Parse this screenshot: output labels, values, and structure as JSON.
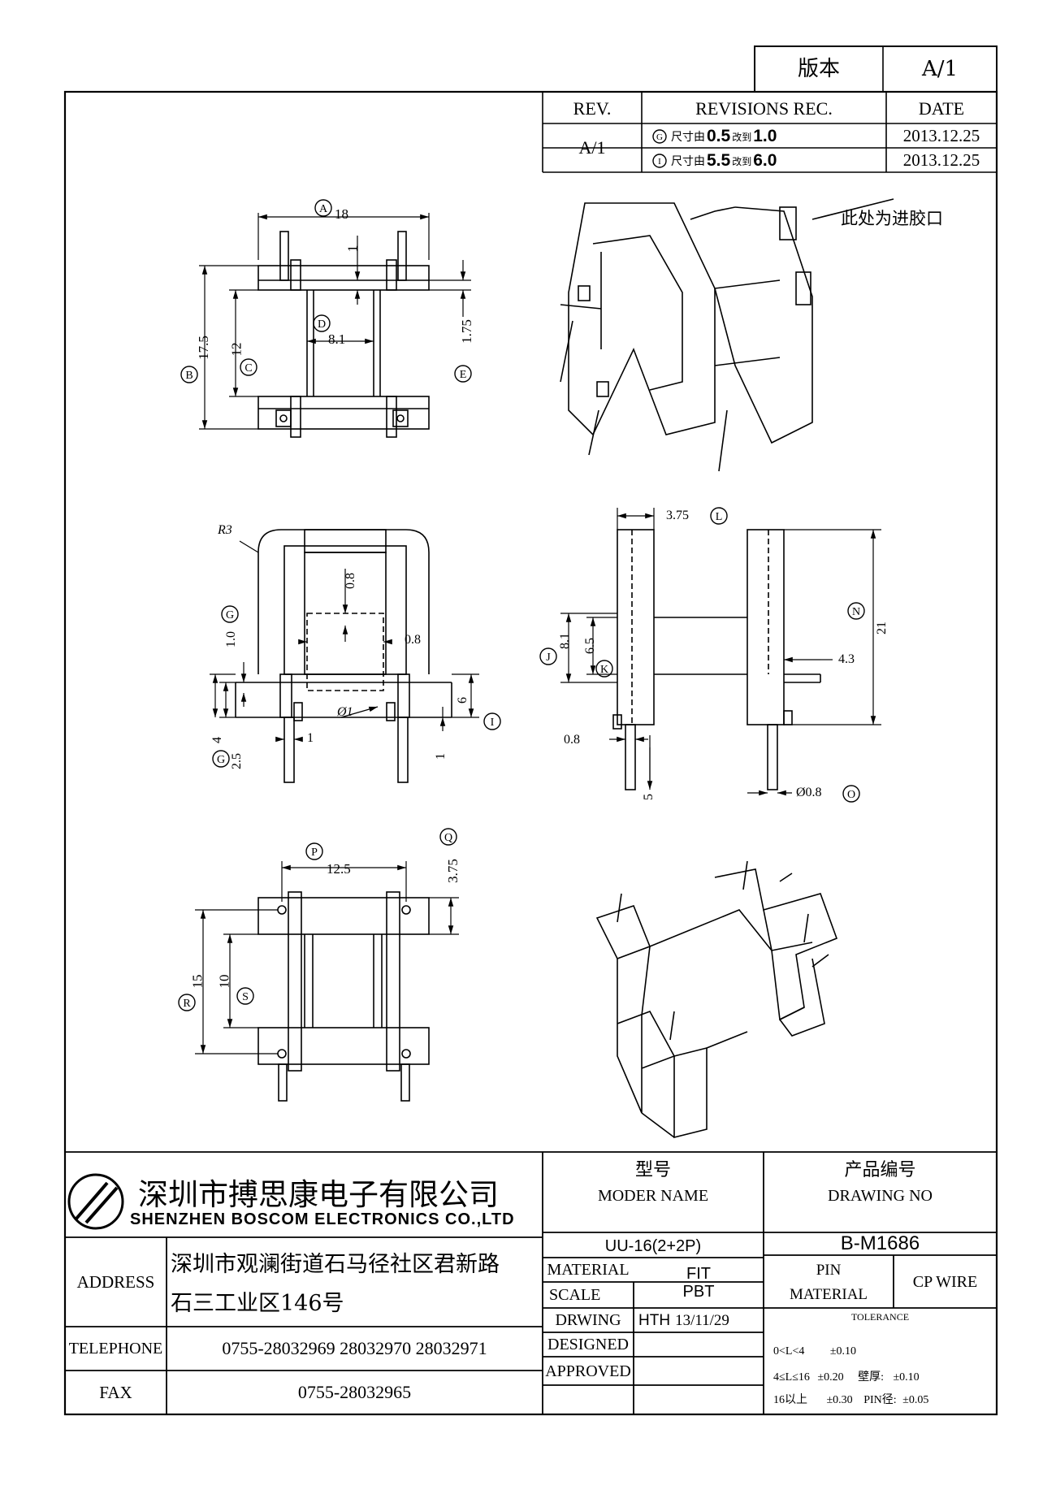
{
  "version_box": {
    "label": "版本",
    "value": "A/1"
  },
  "revisions": {
    "headers": [
      "REV.",
      "REVISIONS REC.",
      "DATE"
    ],
    "rev": "A/1",
    "rows": [
      {
        "marker": "G",
        "prefix": "尺寸由",
        "from": "0.5",
        "mid": "改到",
        "to": "1.0",
        "date": "2013.12.25"
      },
      {
        "marker": "I",
        "prefix": "尺寸由",
        "from": "5.5",
        "mid": "改到",
        "to": "6.0",
        "date": "2013.12.25"
      }
    ]
  },
  "drawings": {
    "top_view": {
      "dims": [
        "18",
        "1",
        "17.5",
        "12",
        "8.1",
        "1.75"
      ],
      "markers": [
        "A",
        "B",
        "C",
        "D",
        "E"
      ]
    },
    "front_view": {
      "dims": [
        "R3",
        "0.8",
        "1.0",
        "0.8",
        "Ø1",
        "6",
        "1",
        "2.5",
        "4",
        "1"
      ],
      "markers": [
        "G",
        "G",
        "I"
      ]
    },
    "side_view": {
      "dims": [
        "3.75",
        "21",
        "4.3",
        "8.1",
        "6.5",
        "0.8",
        "5",
        "Ø0.8"
      ],
      "markers": [
        "L",
        "N",
        "J",
        "K",
        "O"
      ]
    },
    "bottom_view": {
      "dims": [
        "12.5",
        "3.75",
        "15",
        "10"
      ],
      "markers": [
        "P",
        "Q",
        "R",
        "S"
      ]
    },
    "gate_note": "此处为进胶口"
  },
  "title_block": {
    "company_cn": "深圳市搏思康电子有限公司",
    "company_en": "SHENZHEN BOSCOM ELECTRONICS CO.,LTD",
    "address_label": "ADDRESS",
    "address_line1": "深圳市观澜街道石马径社区君新路",
    "address_line2": "石三工业区146号",
    "telephone_label": "TELEPHONE",
    "telephone": "0755-28032969 28032970 28032971",
    "fax_label": "FAX",
    "fax": "0755-28032965",
    "model_cn": "型号",
    "model_en": "MODER NAME",
    "model_value": "UU-16(2+2P)",
    "drawing_no_cn": "产品编号",
    "drawing_no_en": "DRAWING NO",
    "drawing_no_value": "B-M1686",
    "material_label": "MATERIAL",
    "material_value": "FIT",
    "scale_label": "SCALE",
    "scale_value": "PBT",
    "drwing_label": "DRWING",
    "drwing_by": "HTH",
    "drwing_date": "13/11/29",
    "designed_label": "DESIGNED",
    "approved_label": "APPROVED",
    "pin_label": "PIN",
    "pin_material_label": "MATERIAL",
    "pin_material_value": "CP WIRE",
    "tolerance_label": "TOLERANCE",
    "tolerances": [
      {
        "range": "0<L<4",
        "value": "±0.10"
      },
      {
        "range": "4≤L≤16",
        "value": "±0.20"
      },
      {
        "range": "16以上",
        "value": "±0.30"
      }
    ],
    "wall_label": "壁厚:",
    "wall_value": "±0.10",
    "pin_dia_label": "PIN径:",
    "pin_dia_value": "±0.05"
  }
}
